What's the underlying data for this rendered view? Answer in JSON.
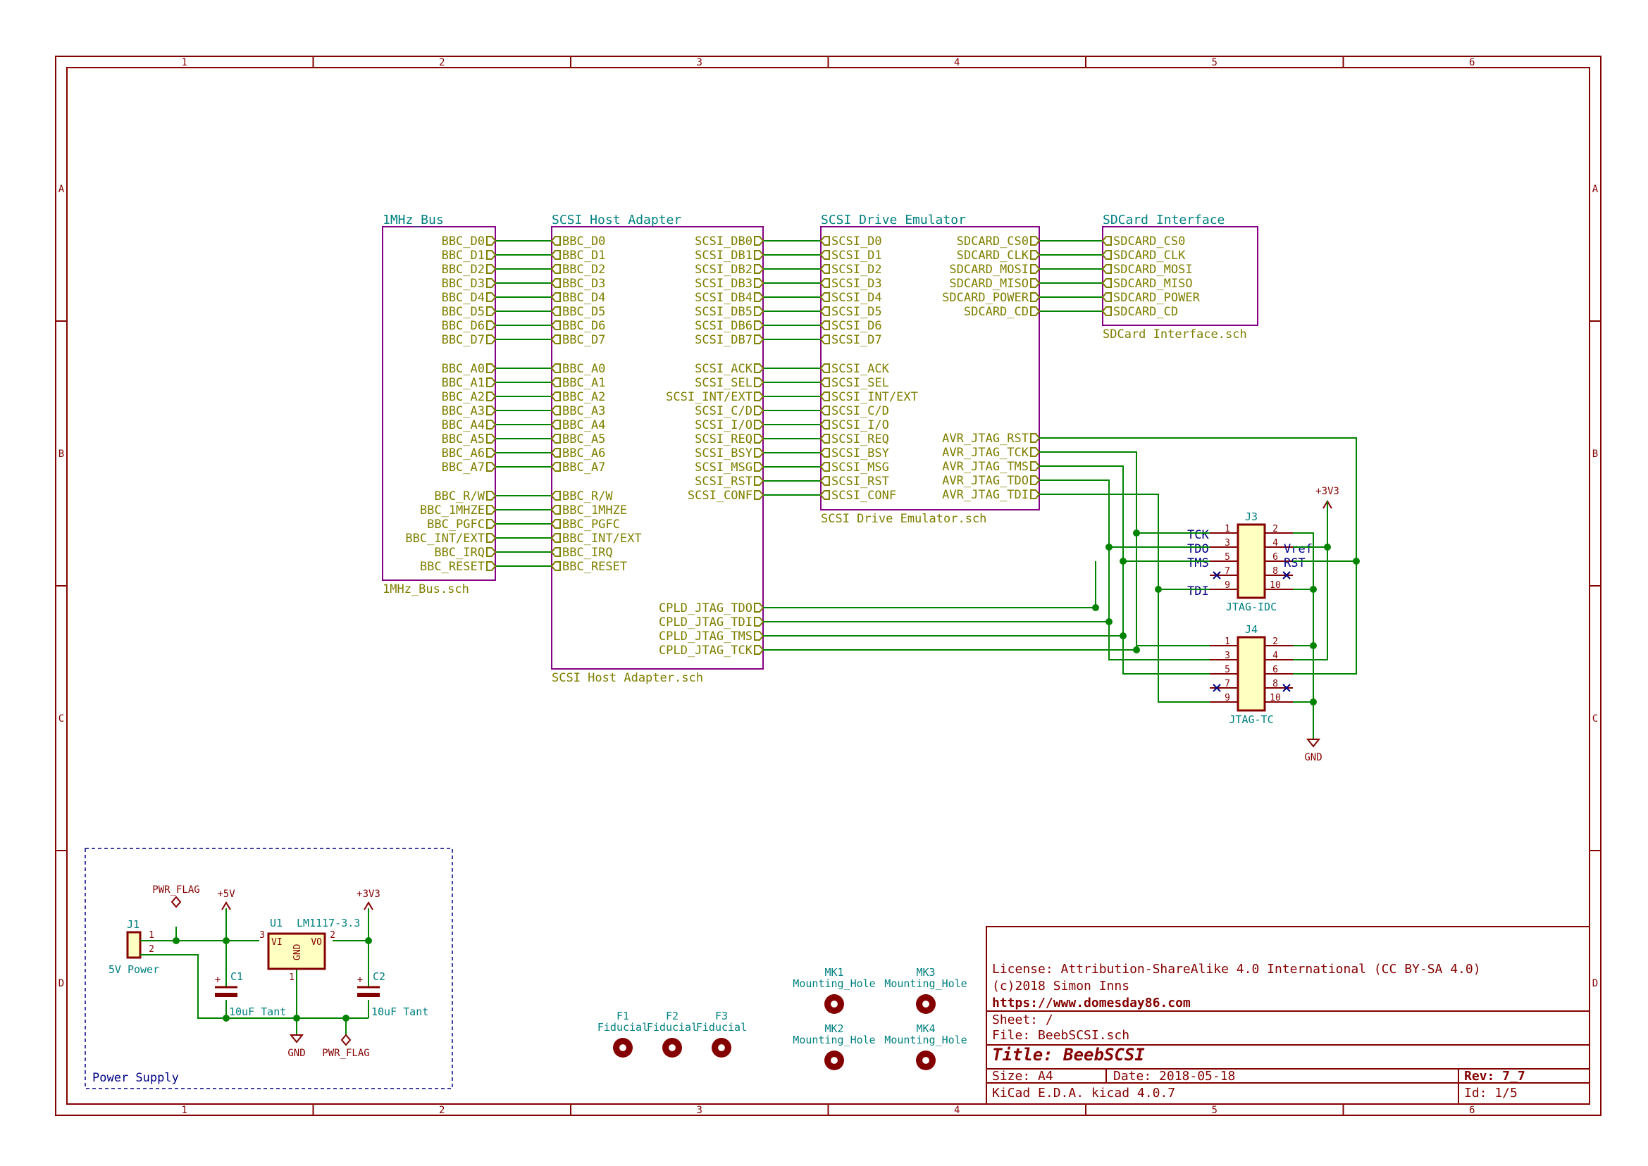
{
  "frame": {
    "columns": [
      "1",
      "2",
      "3",
      "4",
      "5",
      "6"
    ],
    "rows": [
      "A",
      "B",
      "C",
      "D"
    ]
  },
  "sheets": {
    "bus": {
      "name": "1MHz_Bus",
      "file": "1MHz_Bus.sch",
      "pins": [
        "BBC_D0",
        "BBC_D1",
        "BBC_D2",
        "BBC_D3",
        "BBC_D4",
        "BBC_D5",
        "BBC_D6",
        "BBC_D7",
        "BBC_A0",
        "BBC_A1",
        "BBC_A2",
        "BBC_A3",
        "BBC_A4",
        "BBC_A5",
        "BBC_A6",
        "BBC_A7",
        "BBC_R/W",
        "BBC_1MHZE",
        "BBC_PGFC",
        "BBC_INT/EXT",
        "BBC_IRQ",
        "BBC_RESET"
      ]
    },
    "host": {
      "name": "SCSI Host Adapter",
      "file": "SCSI Host Adapter.sch",
      "left_pins": [
        "BBC_D0",
        "BBC_D1",
        "BBC_D2",
        "BBC_D3",
        "BBC_D4",
        "BBC_D5",
        "BBC_D6",
        "BBC_D7",
        "BBC_A0",
        "BBC_A1",
        "BBC_A2",
        "BBC_A3",
        "BBC_A4",
        "BBC_A5",
        "BBC_A6",
        "BBC_A7",
        "BBC_R/W",
        "BBC_1MHZE",
        "BBC_PGFC",
        "BBC_INT/EXT",
        "BBC_IRQ",
        "BBC_RESET"
      ],
      "right_pins": [
        "SCSI_DB0",
        "SCSI_DB1",
        "SCSI_DB2",
        "SCSI_DB3",
        "SCSI_DB4",
        "SCSI_DB5",
        "SCSI_DB6",
        "SCSI_DB7",
        "SCSI_ACK",
        "SCSI_SEL",
        "SCSI_INT/EXT",
        "SCSI_C/D",
        "SCSI_I/O",
        "SCSI_REQ",
        "SCSI_BSY",
        "SCSI_MSG",
        "SCSI_RST",
        "SCSI_CONF"
      ],
      "jtag_pins": [
        "CPLD_JTAG_TDO",
        "CPLD_JTAG_TDI",
        "CPLD_JTAG_TMS",
        "CPLD_JTAG_TCK"
      ]
    },
    "drive": {
      "name": "SCSI Drive Emulator",
      "file": "SCSI Drive Emulator.sch",
      "left_pins": [
        "SCSI_D0",
        "SCSI_D1",
        "SCSI_D2",
        "SCSI_D3",
        "SCSI_D4",
        "SCSI_D5",
        "SCSI_D6",
        "SCSI_D7",
        "SCSI_ACK",
        "SCSI_SEL",
        "SCSI_INT/EXT",
        "SCSI_C/D",
        "SCSI_I/O",
        "SCSI_REQ",
        "SCSI_BSY",
        "SCSI_MSG",
        "SCSI_RST",
        "SCSI_CONF"
      ],
      "sd_pins": [
        "SDCARD_CS0",
        "SDCARD_CLK",
        "SDCARD_MOSI",
        "SDCARD_MISO",
        "SDCARD_POWER",
        "SDCARD_CD"
      ],
      "avr_pins": [
        "AVR_JTAG_RST",
        "AVR_JTAG_TCK",
        "AVR_JTAG_TMS",
        "AVR_JTAG_TDO",
        "AVR_JTAG_TDI"
      ]
    },
    "sd": {
      "name": "SDCard Interface",
      "file": "SDCard Interface.sch",
      "pins": [
        "SDCARD_CS0",
        "SDCARD_CLK",
        "SDCARD_MOSI",
        "SDCARD_MISO",
        "SDCARD_POWER",
        "SDCARD_CD"
      ]
    }
  },
  "jtag": {
    "j3": {
      "ref": "J3",
      "value": "JTAG-IDC"
    },
    "j4": {
      "ref": "J4",
      "value": "JTAG-TC"
    },
    "pin_numbers_left": [
      "1",
      "3",
      "5",
      "7",
      "9"
    ],
    "pin_numbers_right": [
      "2",
      "4",
      "6",
      "8",
      "10"
    ],
    "net_labels": {
      "tck": "TCK",
      "tdo": "TDO",
      "tms": "TMS",
      "tdi": "TDI",
      "vref": "Vref",
      "rst": "RST"
    },
    "power_top": "+3V3",
    "power_bottom": "GND"
  },
  "power_supply": {
    "label": "Power Supply",
    "j1": {
      "ref": "J1",
      "value": "5V Power",
      "pin1": "1",
      "pin2": "2"
    },
    "u1": {
      "ref": "U1",
      "value": "LM1117-3.3",
      "vi": "VI",
      "vo": "VO",
      "gnd": "GND",
      "pin_vi": "3",
      "pin_vo": "2",
      "pin_gnd": "1"
    },
    "c1": {
      "ref": "C1",
      "value": "10uF Tant",
      "plus": "+"
    },
    "c2": {
      "ref": "C2",
      "value": "10uF Tant",
      "plus": "+"
    },
    "pwr_flag": "PWR_FLAG",
    "plus5v": "+5V",
    "plus3v3": "+3V3",
    "gnd": "GND"
  },
  "fiducials": [
    {
      "ref": "F1",
      "value": "Fiducial"
    },
    {
      "ref": "F2",
      "value": "Fiducial"
    },
    {
      "ref": "F3",
      "value": "Fiducial"
    }
  ],
  "mounting_holes": [
    {
      "ref": "MK1",
      "value": "Mounting_Hole"
    },
    {
      "ref": "MK3",
      "value": "Mounting_Hole"
    },
    {
      "ref": "MK2",
      "value": "Mounting_Hole"
    },
    {
      "ref": "MK4",
      "value": "Mounting_Hole"
    }
  ],
  "title_block": {
    "license": "License: Attribution-ShareAlike 4.0 International (CC BY-SA 4.0)",
    "copyright": "(c)2018 Simon Inns",
    "url": "https://www.domesday86.com",
    "sheet": "Sheet: /",
    "file": "File: BeebSCSI.sch",
    "title": "Title: BeebSCSI",
    "size": "Size: A4",
    "date": "Date: 2018-05-18",
    "rev": "Rev: 7_7",
    "tool": "KiCad E.D.A.  kicad 4.0.7",
    "id": "Id: 1/5"
  },
  "colors": {
    "frame": "#840000",
    "wire": "#008400",
    "sheet_border": "#840084",
    "sheet_name": "#007f7f",
    "pin_label": "#7f7f00",
    "net_label": "#000084",
    "component_fill": "#ffffc2"
  }
}
